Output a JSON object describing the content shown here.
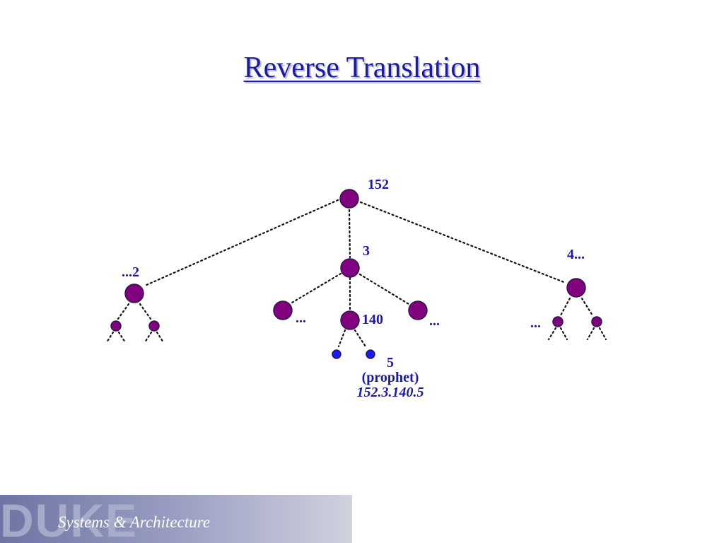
{
  "slide": {
    "title": "Reverse Translation"
  },
  "labels": {
    "root": "152",
    "mid": "3",
    "left": "...2",
    "right": "4...",
    "mid_left_ellipsis": "...",
    "node_140": "140",
    "mid_right_ellipsis": "...",
    "right_ellipsis": "...",
    "leaf_number": "5",
    "leaf_name": "(prophet)",
    "leaf_address": "152.3.140.5"
  },
  "colors": {
    "title": "#1a1aa6",
    "node": "#800080",
    "leaf": "#1a1aff",
    "label": "#1a1aa6"
  },
  "footer": {
    "logo": "DUKE",
    "text": "Systems & Architecture"
  }
}
